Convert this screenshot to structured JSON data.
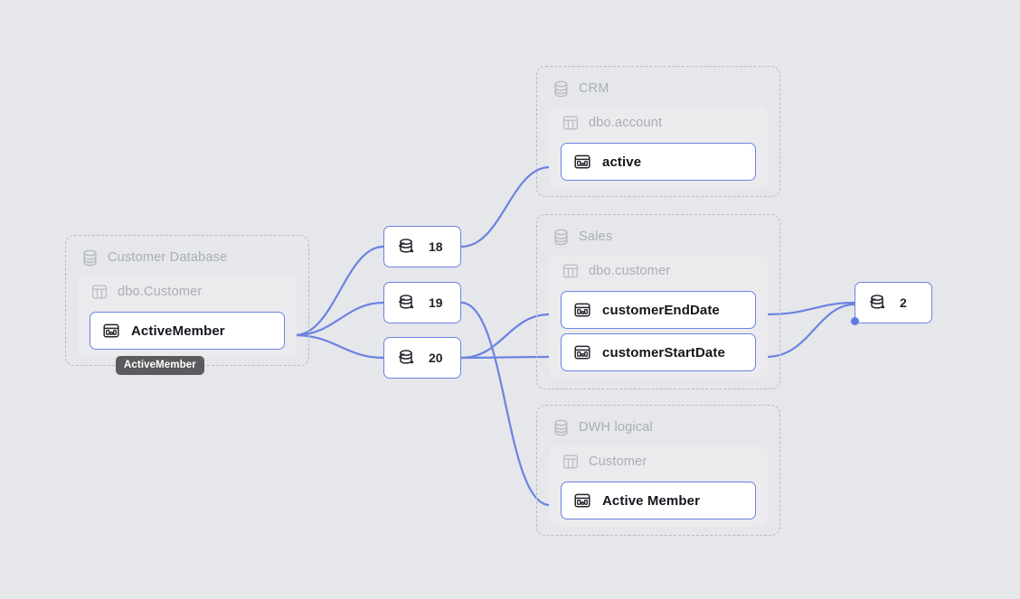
{
  "canvas": {
    "background_color": "#e6e7eb",
    "edge_color": "#6b83e0",
    "node_border_color": "#6b83e0",
    "group_border_color": "#b9bcc4",
    "muted_text_color": "#a9adb6"
  },
  "source_group": {
    "title": "Customer Database",
    "icon": "database-icon",
    "table": {
      "title": "dbo.Customer",
      "icon": "table-icon",
      "columns": [
        {
          "label": "ActiveMember",
          "icon": "column-icon",
          "selected": true
        }
      ]
    },
    "tooltip": "ActiveMember"
  },
  "job_nodes": [
    {
      "label": "18",
      "icon": "job-database-icon"
    },
    {
      "label": "19",
      "icon": "job-database-icon"
    },
    {
      "label": "20",
      "icon": "job-database-icon"
    }
  ],
  "target_groups": [
    {
      "title": "CRM",
      "icon": "database-icon",
      "table": {
        "title": "dbo.account",
        "icon": "table-icon"
      },
      "columns": [
        {
          "label": "active",
          "icon": "column-icon"
        }
      ]
    },
    {
      "title": "Sales",
      "icon": "database-icon",
      "table": {
        "title": "dbo.customer",
        "icon": "table-icon"
      },
      "columns": [
        {
          "label": "customerEndDate",
          "icon": "column-icon"
        },
        {
          "label": "customerStartDate",
          "icon": "column-icon"
        }
      ]
    },
    {
      "title": "DWH logical",
      "icon": "database-icon",
      "table": {
        "title": "Customer",
        "icon": "table-icon"
      },
      "columns": [
        {
          "label": "Active Member",
          "icon": "column-icon"
        }
      ]
    }
  ],
  "downstream_node": {
    "label": "2",
    "icon": "job-database-icon"
  }
}
